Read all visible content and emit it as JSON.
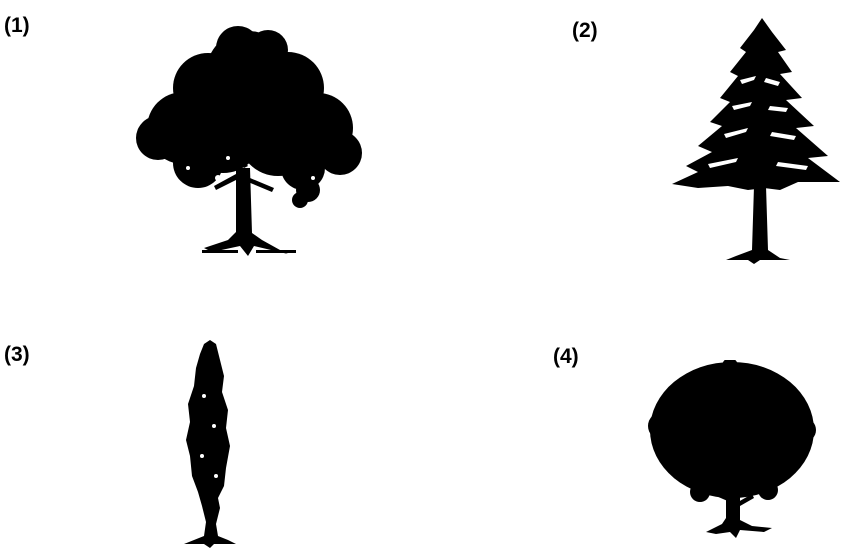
{
  "panels": [
    {
      "label": "(1)",
      "icon": "broadleaf-tree-icon"
    },
    {
      "label": "(2)",
      "icon": "conifer-tree-icon"
    },
    {
      "label": "(3)",
      "icon": "columnar-tree-icon"
    },
    {
      "label": "(4)",
      "icon": "round-tree-icon"
    }
  ],
  "colors": {
    "ink": "#000000",
    "background": "#ffffff"
  }
}
